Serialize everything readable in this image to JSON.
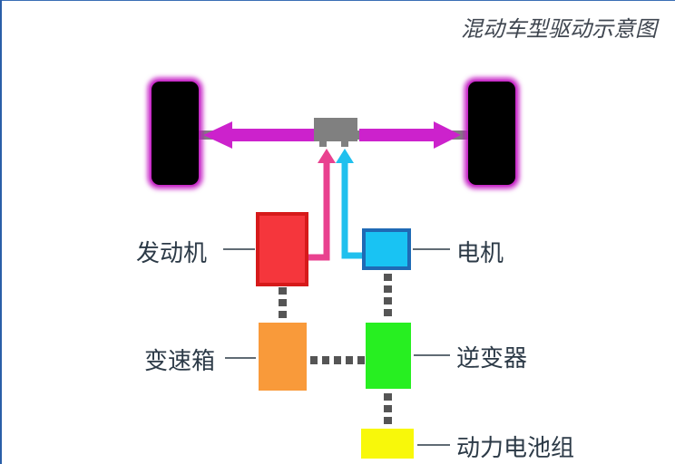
{
  "title": "混动车型驱动示意图",
  "labels": {
    "engine": "发动机",
    "motor": "电机",
    "gearbox": "变速箱",
    "inverter": "逆变器",
    "battery": "动力电池组"
  },
  "colors": {
    "axle_arrow": "#cc22cc",
    "engine_box": "#f5363c",
    "engine_border": "#d61a1a",
    "motor_box": "#19c3f3",
    "motor_border": "#1f6ab5",
    "gearbox_box": "#f99a3a",
    "inverter_box": "#27ef21",
    "battery_box": "#f8f80a",
    "engine_link": "#e9418f",
    "motor_link": "#20c0ee",
    "connector_dots": "#555555",
    "leader_lines": "#2c3a47",
    "wheel": "#000000",
    "wheel_glow": "#c010c0",
    "diff_box": "#808080"
  }
}
